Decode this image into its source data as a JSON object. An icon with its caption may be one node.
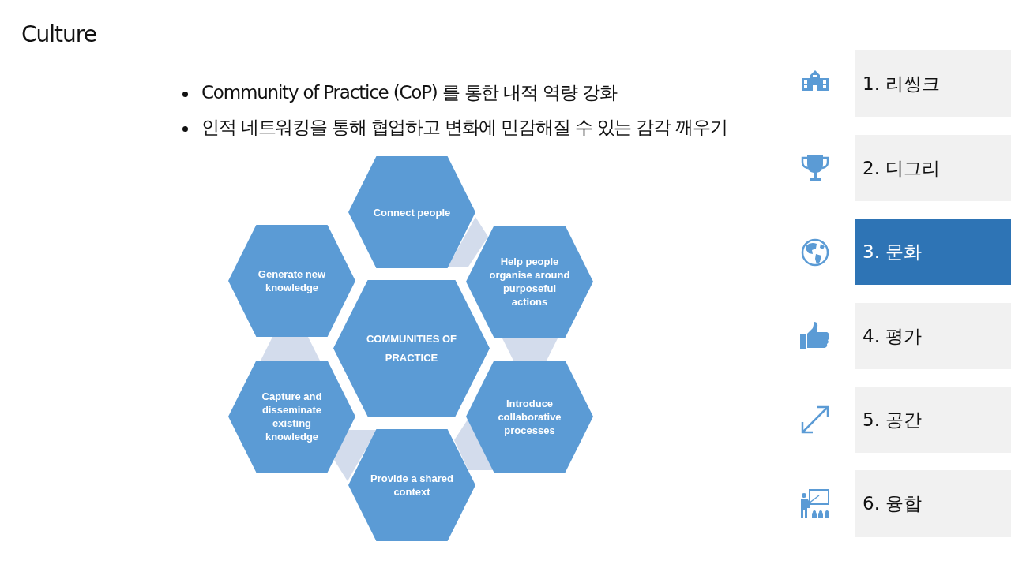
{
  "diagram": {
    "title": "Culture",
    "nodes": [
      {
        "text": [
          "Connect people"
        ]
      },
      {
        "text": [
          "Generate new knowledge"
        ]
      },
      {
        "text": [
          "Help people organise around purposeful actions"
        ]
      },
      {
        "text": [
          "COMMUNITIES OF PRACTICE"
        ]
      },
      {
        "text": [
          "Capture and disseminate existing knowledge"
        ]
      },
      {
        "text": [
          "Introduce collaborative processes"
        ]
      },
      {
        "text": [
          "Provide a shared context"
        ]
      },
      {
        "text": [
          "1. 리씽크"
        ]
      },
      {
        "text": [
          "2. 디그리"
        ]
      },
      {
        "text": [
          "3. 문화"
        ]
      },
      {
        "text": [
          "4. 평가"
        ]
      },
      {
        "text": [
          "5. 공간"
        ]
      },
      {
        "text": [
          "6. 융합"
        ]
      }
    ],
    "edges": [
      {
        "from": 0,
        "to": 2,
        "arrow": "none"
      },
      {
        "from": 2,
        "to": 5,
        "arrow": "none"
      },
      {
        "from": 5,
        "to": 6,
        "arrow": "none"
      },
      {
        "from": 6,
        "to": 4,
        "arrow": "none"
      },
      {
        "from": 4,
        "to": 1,
        "arrow": "none"
      }
    ],
    "labels": [
      "Community of Practice (CoP) 를 통한 내적 역량 강화",
      "인적 네트워킹을 통해 협업하고 변화에 민감해질 수 있는 감각 깨우기"
    ]
  }
}
